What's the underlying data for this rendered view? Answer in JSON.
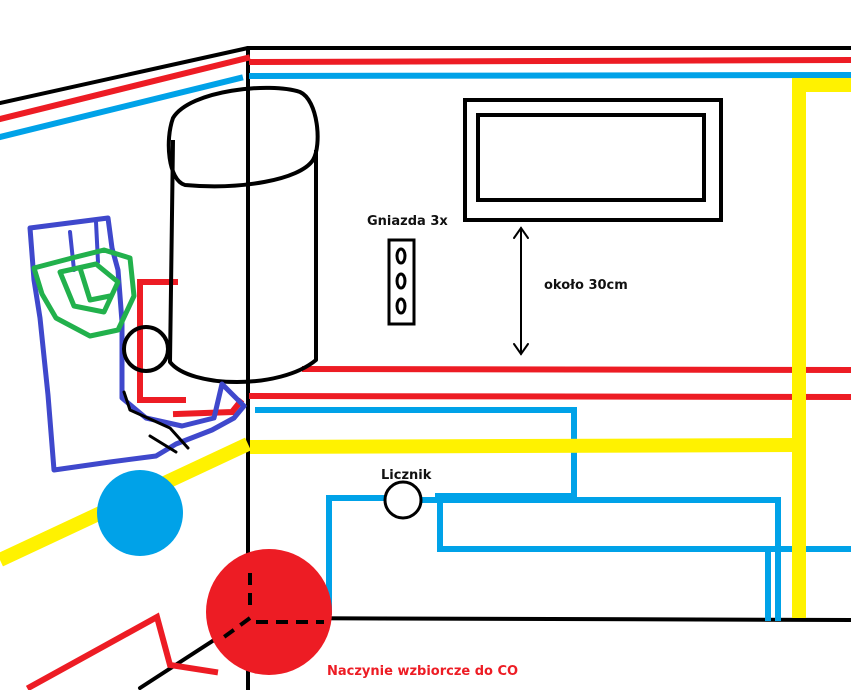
{
  "labels": {
    "sockets": "Gniazda 3x",
    "distance": "około 30cm",
    "meter": "Licznik",
    "expansion_vessel": "Naczynie wzbiorcze do CO"
  },
  "colors": {
    "hot_pipe": "#ed1c24",
    "cold_pipe": "#00a2e8",
    "gas_pipe": "#fff200",
    "outline": "#000000",
    "fitting_blue": "#3f48cc",
    "fitting_green": "#22b14c",
    "vessel": "#ed1c24",
    "label_red": "#ed1c24"
  },
  "icons": {
    "socket": "triple-socket-icon",
    "arrow": "double-arrow-icon",
    "meter": "meter-circle-icon"
  }
}
